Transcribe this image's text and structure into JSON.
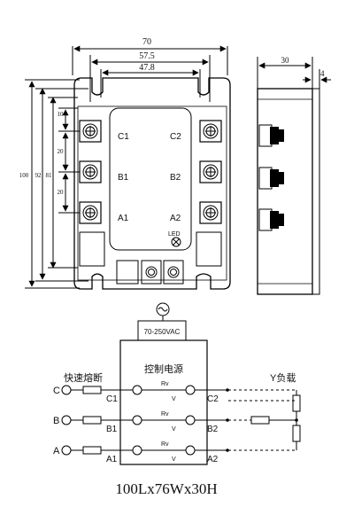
{
  "dimensions": {
    "overall_width": "70",
    "hole_pitch_outer": "57.5",
    "hole_pitch_inner": "47.8",
    "overall_height": "100",
    "hole_span": "92",
    "body_height": "81",
    "pitch_top": "10",
    "pitch_cb": "20",
    "pitch_ba": "20",
    "side_depth": "30",
    "side_flange": "4"
  },
  "terminals": {
    "c1": "C1",
    "c2": "C2",
    "b1": "B1",
    "b2": "B2",
    "a1": "A1",
    "a2": "A2",
    "led": "LED"
  },
  "schematic": {
    "supply_label": "70-250VAC",
    "control_label": "控制电源",
    "fuse_label": "快速熔断",
    "load_label": "Y负载",
    "inputs": [
      "C",
      "B",
      "A"
    ],
    "left_terms": [
      "C1",
      "B1",
      "A1"
    ],
    "right_terms": [
      "C2",
      "B2",
      "A2"
    ],
    "rv_label": "Rv",
    "v_label": "V"
  },
  "caption": "100Lx76Wx30H"
}
